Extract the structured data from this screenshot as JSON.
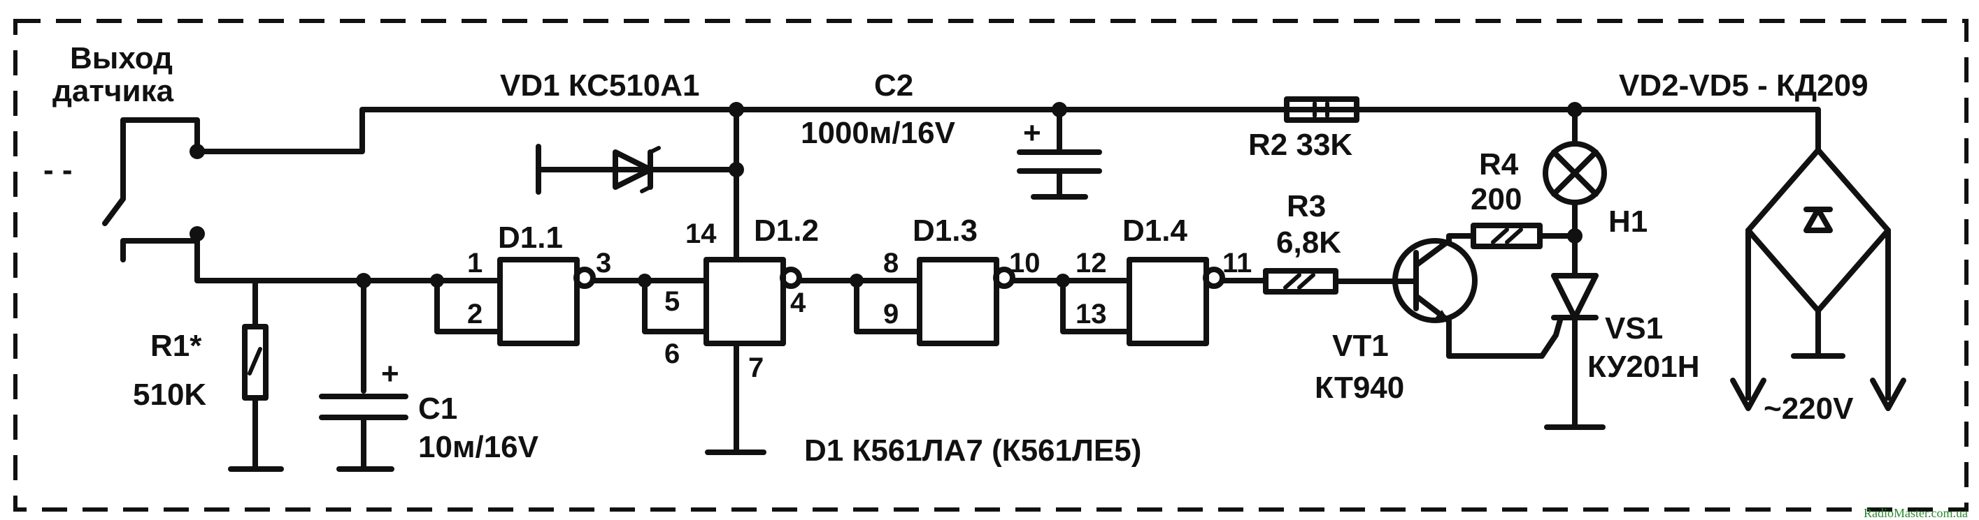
{
  "labels": {
    "sensor_output_line1": "Выход",
    "sensor_output_line2": "датчика",
    "vd1": "VD1 КС510А1",
    "c2": "C2",
    "c2_value": "1000м/16V",
    "r2": "R2 33K",
    "vd2_vd5": "VD2-VD5 - КД209",
    "r4": "R4",
    "r4_value": "200",
    "h1": "H1",
    "r3": "R3",
    "r3_value": "6,8K",
    "d11": "D1.1",
    "d12": "D1.2",
    "d13": "D1.3",
    "d14": "D1.4",
    "pin1": "1",
    "pin2": "2",
    "pin3": "3",
    "pin14": "14",
    "pin5": "5",
    "pin6": "6",
    "pin4": "4",
    "pin7": "7",
    "pin8": "8",
    "pin9": "9",
    "pin10": "10",
    "pin12": "12",
    "pin13": "13",
    "pin11": "11",
    "vt1": "VT1",
    "vt1_type": "КТ940",
    "vs1": "VS1",
    "vs1_type": "КУ201Н",
    "r1": "R1*",
    "r1_value": "510K",
    "c1": "C1",
    "c1_value": "10м/16V",
    "d1": "D1 К561ЛА7 (К561ЛЕ5)",
    "mains": "~220V",
    "plus_c2": "+",
    "plus_c1": "+",
    "dashes": "- -",
    "watermark": "RadioMaster.com.ua"
  }
}
